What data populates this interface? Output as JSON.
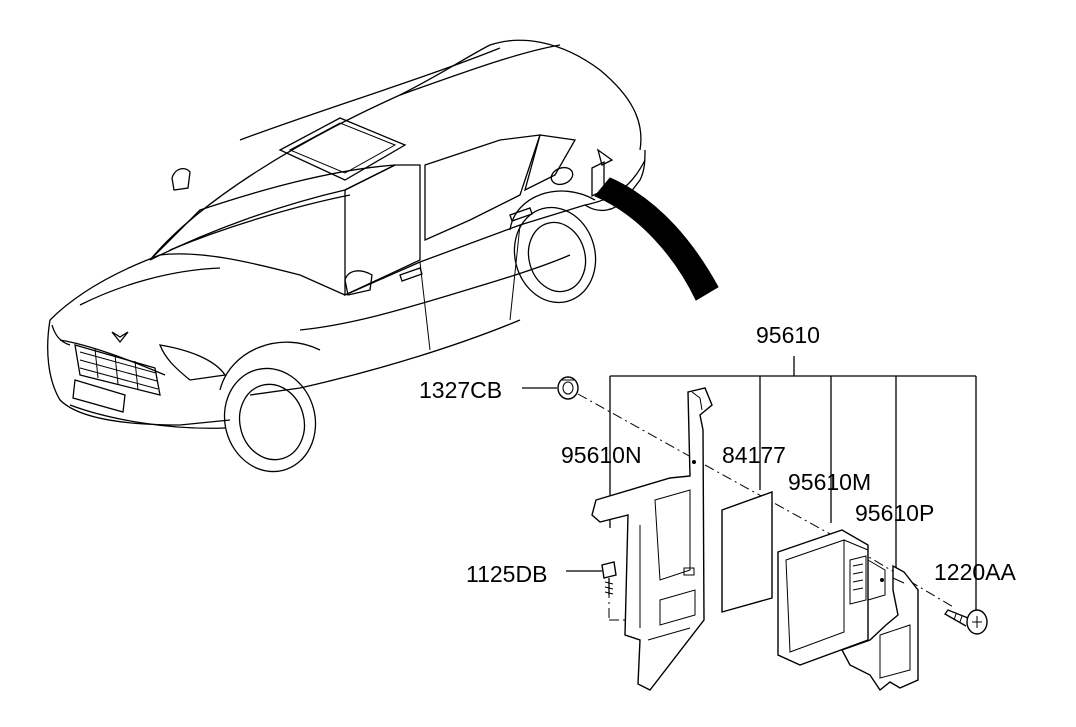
{
  "diagram": {
    "labels": {
      "assembly": "95610",
      "nut": "1327CB",
      "bracket_main": "95610N",
      "pad": "84177",
      "module": "95610M",
      "bracket_small": "95610P",
      "screw": "1220AA",
      "bolt": "1125DB"
    }
  }
}
